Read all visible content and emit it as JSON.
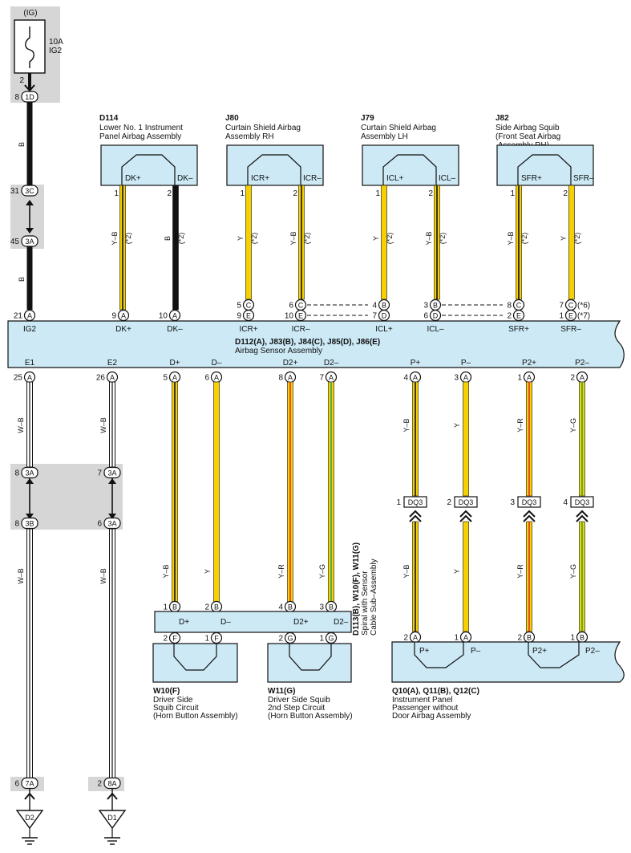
{
  "colors": {
    "Y": "#f6d000",
    "B": "#111111",
    "W": "#ffffff",
    "R": "#e0301e",
    "G": "#2fa84f",
    "component_fill": "#cce9f5",
    "shade": "#d6d6d6"
  },
  "fuse": {
    "ig": "(IG)",
    "rating": "10A",
    "name": "IG2",
    "pin": "2"
  },
  "ig2_path": {
    "c1": {
      "num": "8",
      "code": "1D"
    },
    "c2": {
      "num": "31",
      "code": "3C"
    },
    "c3": {
      "num": "45",
      "code": "3A"
    },
    "wire1": "B",
    "wire2": "B"
  },
  "top_components": [
    {
      "id": "D114",
      "name1": "Lower No. 1 Instrument",
      "name2": "Panel Airbag Assembly",
      "name3": "",
      "t1": "DK+",
      "t2": "DK–",
      "p1": "1",
      "p2": "2",
      "w1": "Y–B",
      "w2": "B",
      "n1": "(*2)",
      "n2": "(*2)"
    },
    {
      "id": "J80",
      "name1": "Curtain Shield Airbag",
      "name2": "Assembly RH",
      "name3": "",
      "t1": "ICR+",
      "t2": "ICR–",
      "p1": "1",
      "p2": "2",
      "w1": "Y",
      "w2": "Y–B",
      "n1": "(*2)",
      "n2": "(*2)"
    },
    {
      "id": "J79",
      "name1": "Curtain Shield Airbag",
      "name2": "Assembly LH",
      "name3": "",
      "t1": "ICL+",
      "t2": "ICL–",
      "p1": "1",
      "p2": "2",
      "w1": "Y",
      "w2": "Y–B",
      "n1": "(*2)",
      "n2": "(*2)"
    },
    {
      "id": "J82",
      "name1": "Side Airbag Squib",
      "name2": "(Front Seat Airbag",
      "name3": "Assembly RH)",
      "t1": "SFR+",
      "t2": "SFR–",
      "p1": "1",
      "p2": "2",
      "w1": "Y–B",
      "w2": "Y",
      "n1": "(*2)",
      "n2": "(*2)"
    }
  ],
  "joint_rows": {
    "r1": [
      "5",
      "C",
      "6",
      "C",
      "4",
      "B",
      "3",
      "B",
      "8",
      "C",
      "7",
      "C",
      "(*6)"
    ],
    "r2": [
      "9",
      "E",
      "10",
      "E",
      "7",
      "D",
      "6",
      "D",
      "2",
      "E",
      "1",
      "E",
      "(*7)"
    ]
  },
  "sensor": {
    "title": "D112(A), J83(B), J84(C), J85(D), J86(E)",
    "name": "Airbag Sensor Assembly",
    "top_terms": [
      "IG2",
      "DK+",
      "DK–",
      "ICR+",
      "ICR–",
      "ICL+",
      "ICL–",
      "SFR+",
      "SFR–"
    ],
    "top_pins": [
      {
        "num": "21",
        "code": "A"
      },
      {
        "num": "9",
        "code": "A"
      },
      {
        "num": "10",
        "code": "A"
      }
    ],
    "bottom_terms": [
      "E1",
      "E2",
      "D+",
      "D–",
      "D2+",
      "D2–",
      "P+",
      "P–",
      "P2+",
      "P2–"
    ],
    "bottom_pins": [
      {
        "num": "25",
        "code": "A"
      },
      {
        "num": "26",
        "code": "A"
      },
      {
        "num": "5",
        "code": "A"
      },
      {
        "num": "6",
        "code": "A"
      },
      {
        "num": "8",
        "code": "A"
      },
      {
        "num": "7",
        "code": "A"
      },
      {
        "num": "4",
        "code": "A"
      },
      {
        "num": "3",
        "code": "A"
      },
      {
        "num": "1",
        "code": "A"
      },
      {
        "num": "2",
        "code": "A"
      }
    ]
  },
  "ground": {
    "wire": "W–B",
    "e1_c1": {
      "num": "8",
      "code": "3A"
    },
    "e1_c2": {
      "num": "8",
      "code": "3B"
    },
    "e1_c3": {
      "num": "6",
      "code": "7A"
    },
    "e2_c1": {
      "num": "7",
      "code": "3A"
    },
    "e2_c2": {
      "num": "6",
      "code": "3A"
    },
    "e2_c3": {
      "num": "2",
      "code": "8A"
    },
    "g1": "D2",
    "g2": "D1"
  },
  "driver_wires": {
    "w1": "Y–B",
    "w2": "Y",
    "w3": "Y–R",
    "w4": "Y–G"
  },
  "spiral": {
    "line1": "D113(B), W10(F), W11(G)",
    "line2": "Spiral with Sensor",
    "line3": "Cable Sub–Assembly",
    "terms": [
      "D+",
      "D–",
      "D2+",
      "D2–"
    ],
    "top_pins": [
      {
        "num": "1",
        "code": "B"
      },
      {
        "num": "2",
        "code": "B"
      },
      {
        "num": "4",
        "code": "B"
      },
      {
        "num": "3",
        "code": "B"
      }
    ],
    "bot_pins": [
      {
        "num": "2",
        "code": "F"
      },
      {
        "num": "1",
        "code": "F"
      },
      {
        "num": "2",
        "code": "G"
      },
      {
        "num": "1",
        "code": "G"
      }
    ]
  },
  "squib1": {
    "id": "W10(F)",
    "line1": "Driver Side",
    "line2": "Squib Circuit",
    "line3": "(Horn Button Assembly)"
  },
  "squib2": {
    "id": "W11(G)",
    "line1": "Driver Side Squib",
    "line2": "2nd Step Circuit",
    "line3": "(Horn Button Assembly)"
  },
  "passenger_wires": {
    "w1": "Y–B",
    "w2": "Y",
    "w3": "Y–R",
    "w4": "Y–G"
  },
  "dq3": [
    {
      "num": "1",
      "code": "DQ3"
    },
    {
      "num": "2",
      "code": "DQ3"
    },
    {
      "num": "3",
      "code": "DQ3"
    },
    {
      "num": "4",
      "code": "DQ3"
    }
  ],
  "passenger": {
    "id": "Q10(A), Q11(B), Q12(C)",
    "line1": "Instrument Panel",
    "line2": "Passenger without",
    "line3": "Door Airbag Assembly",
    "terms": [
      "P+",
      "P–",
      "P2+",
      "P2–"
    ],
    "pins": [
      {
        "num": "2",
        "code": "A"
      },
      {
        "num": "1",
        "code": "A"
      },
      {
        "num": "2",
        "code": "B"
      },
      {
        "num": "1",
        "code": "B"
      }
    ]
  }
}
